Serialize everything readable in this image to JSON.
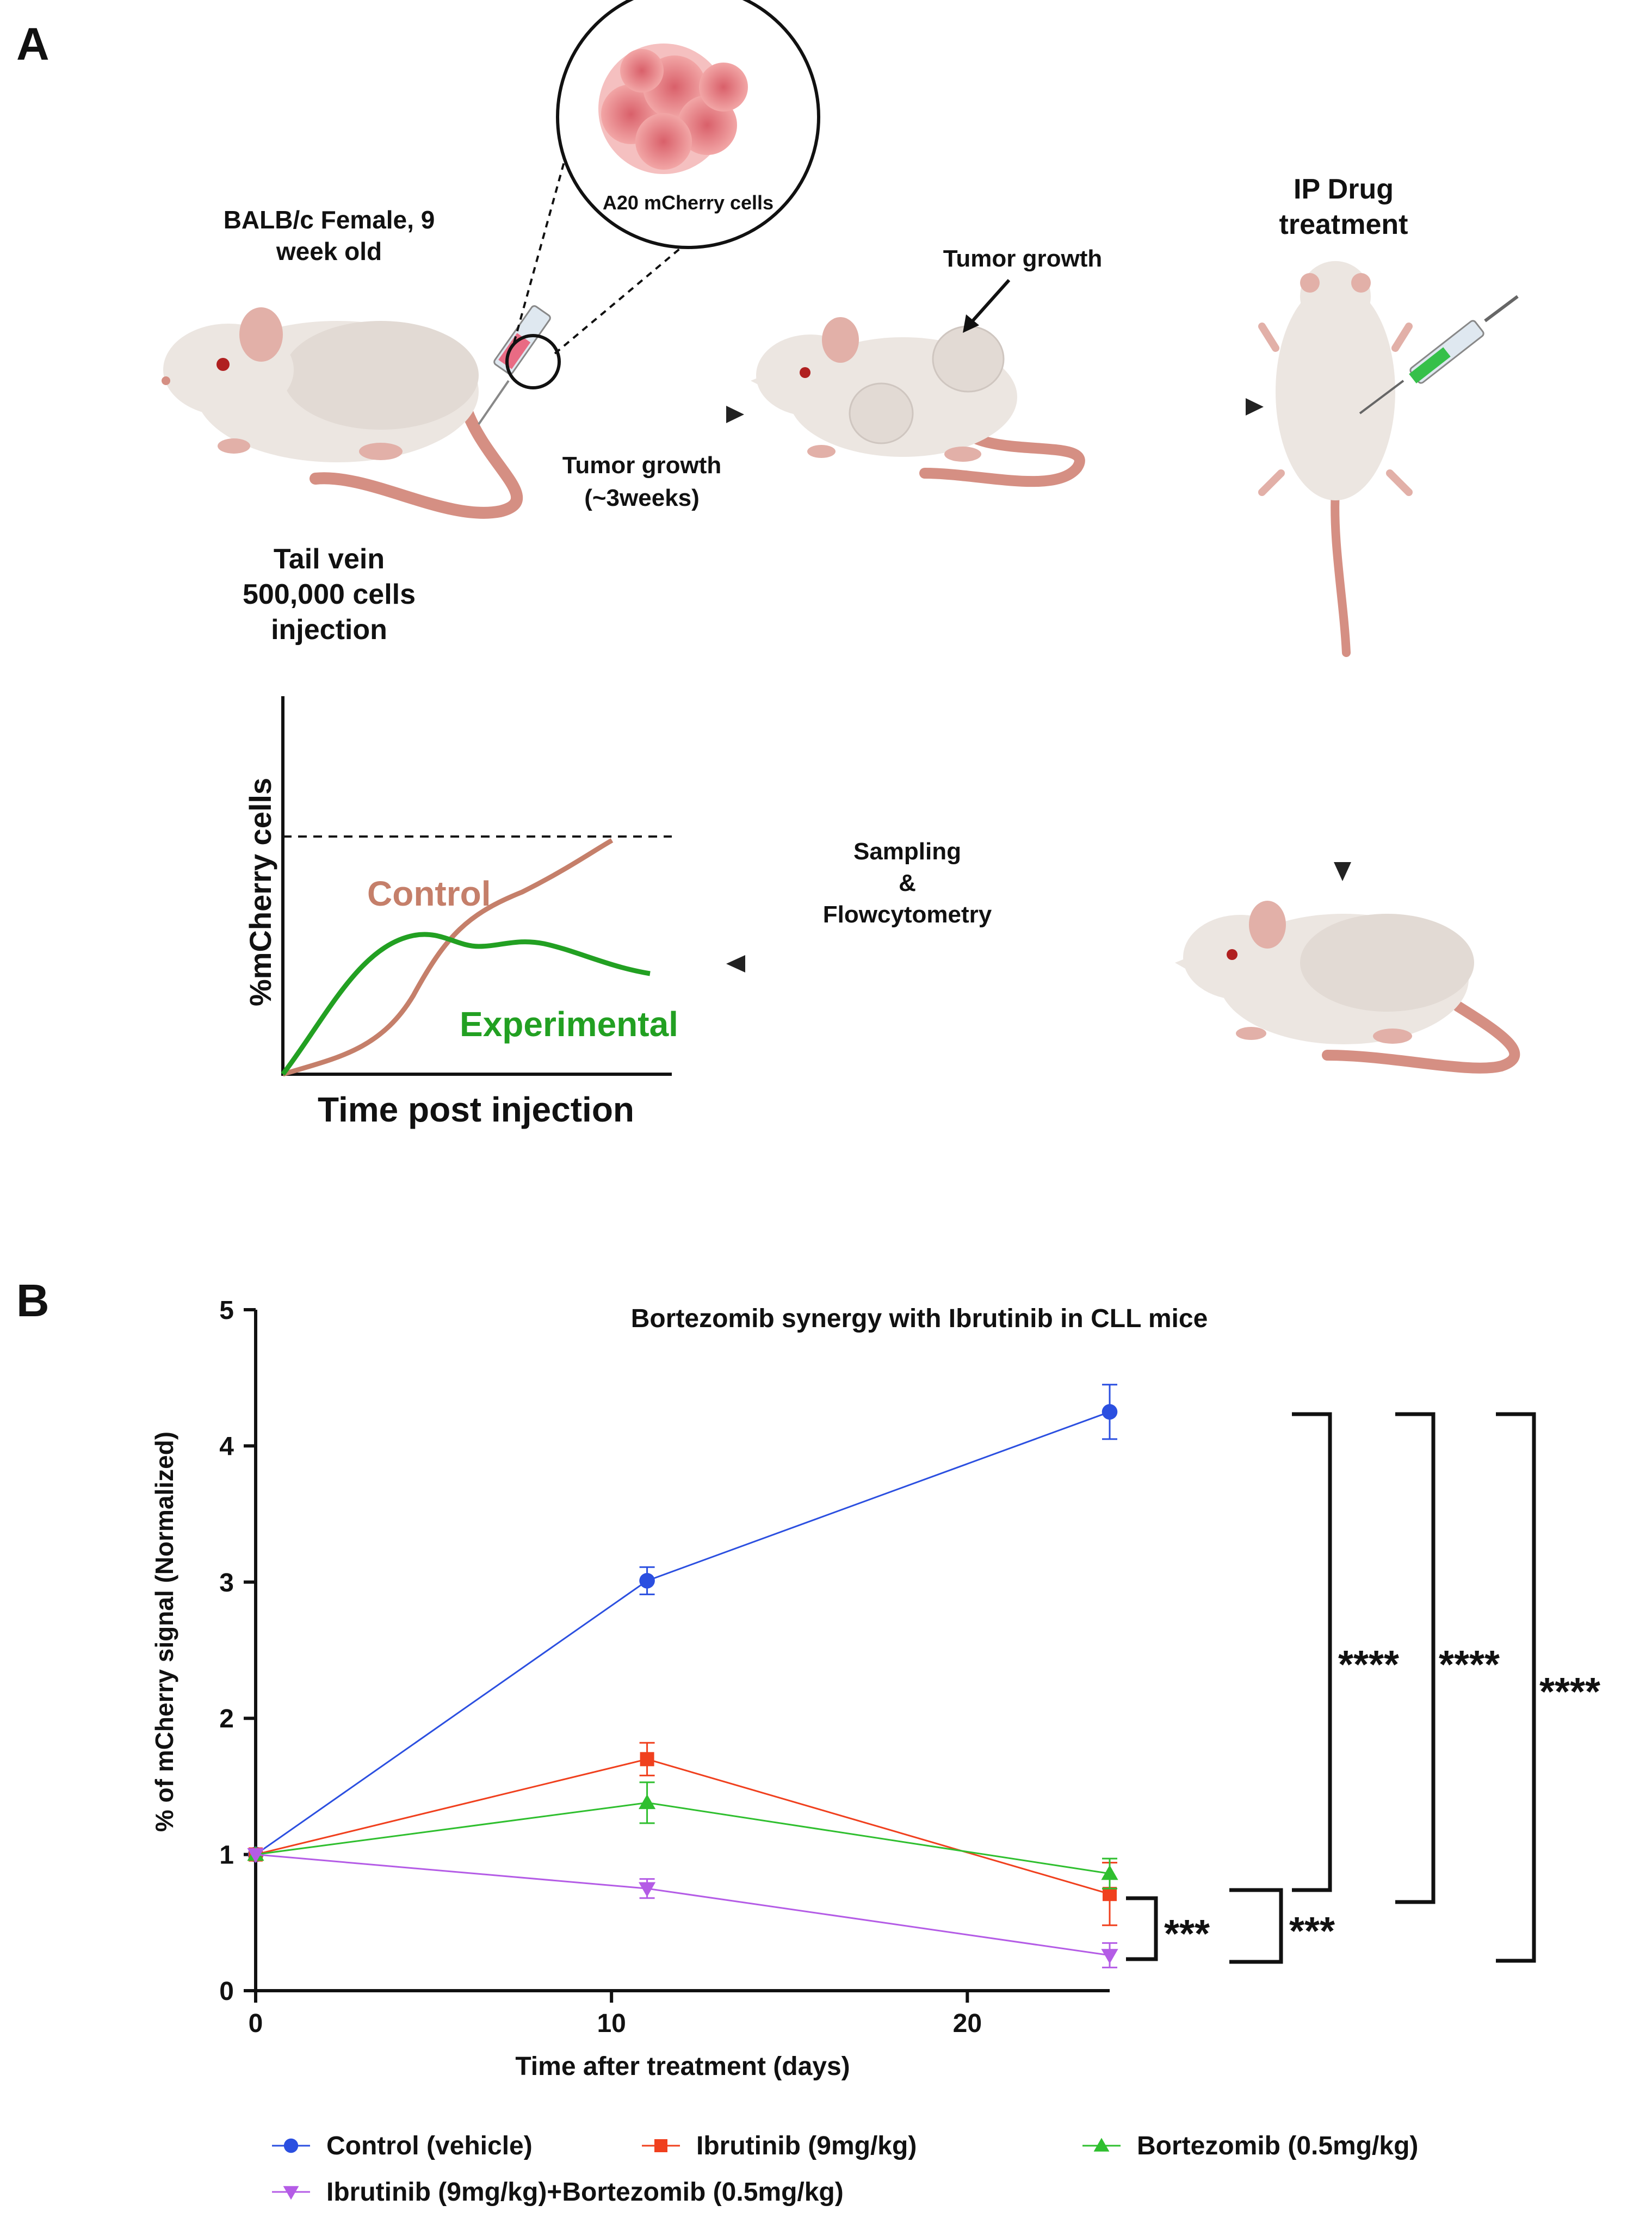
{
  "panel_a": {
    "label": "A",
    "mouse_info": [
      "BALB/c Female, 9",
      "week old"
    ],
    "cells_label": "A20 mCherry cells",
    "injection": [
      "Tail vein",
      "500,000 cells",
      "injection"
    ],
    "growth_step": [
      "Tumor growth",
      "(~3weeks)"
    ],
    "tumor_callout": "Tumor growth",
    "drug_step": [
      "IP Drug",
      "treatment"
    ],
    "sampling_step": [
      "Sampling",
      "&",
      "Flowcytometry"
    ],
    "schematic": {
      "ylabel": "%mCherry cells",
      "xlabel": "Time post injection",
      "control_label": "Control",
      "experimental_label": "Experimental",
      "colors": {
        "control": "#c57f6a",
        "experimental": "#22a022"
      }
    }
  },
  "panel_b": {
    "label": "B",
    "significance": [
      "****",
      "****",
      "****",
      "***",
      "***"
    ]
  },
  "chart_data": {
    "type": "line",
    "title": "Bortezomib synergy with Ibrutinib in CLL mice",
    "xlabel": "Time after treatment (days)",
    "ylabel": "% of mCherry signal (Normalized)",
    "xlim": [
      0,
      24
    ],
    "ylim": [
      0,
      5
    ],
    "xticks": [
      0,
      10,
      20
    ],
    "yticks": [
      0,
      1,
      2,
      3,
      4,
      5
    ],
    "grid": false,
    "legend_position": "bottom",
    "x": [
      0,
      11,
      24
    ],
    "series": [
      {
        "name": "Control (vehicle)",
        "values": [
          1.0,
          3.01,
          4.25
        ],
        "errors": [
          0,
          0.1,
          0.2
        ],
        "color": "#2b4fe0",
        "marker": "circle"
      },
      {
        "name": "Ibrutinib (9mg/kg)",
        "values": [
          1.0,
          1.7,
          0.71
        ],
        "errors": [
          0,
          0.12,
          0.23
        ],
        "color": "#f0401e",
        "marker": "square"
      },
      {
        "name": "Bortezomib (0.5mg/kg)",
        "values": [
          1.0,
          1.38,
          0.86
        ],
        "errors": [
          0,
          0.15,
          0.11
        ],
        "color": "#2fbf2f",
        "marker": "triangle-up"
      },
      {
        "name": "Ibrutinib (9mg/kg)+Bortezomib (0.5mg/kg)",
        "values": [
          1.0,
          0.75,
          0.26
        ],
        "errors": [
          0,
          0.07,
          0.09
        ],
        "color": "#b45ce6",
        "marker": "triangle-down"
      }
    ]
  }
}
